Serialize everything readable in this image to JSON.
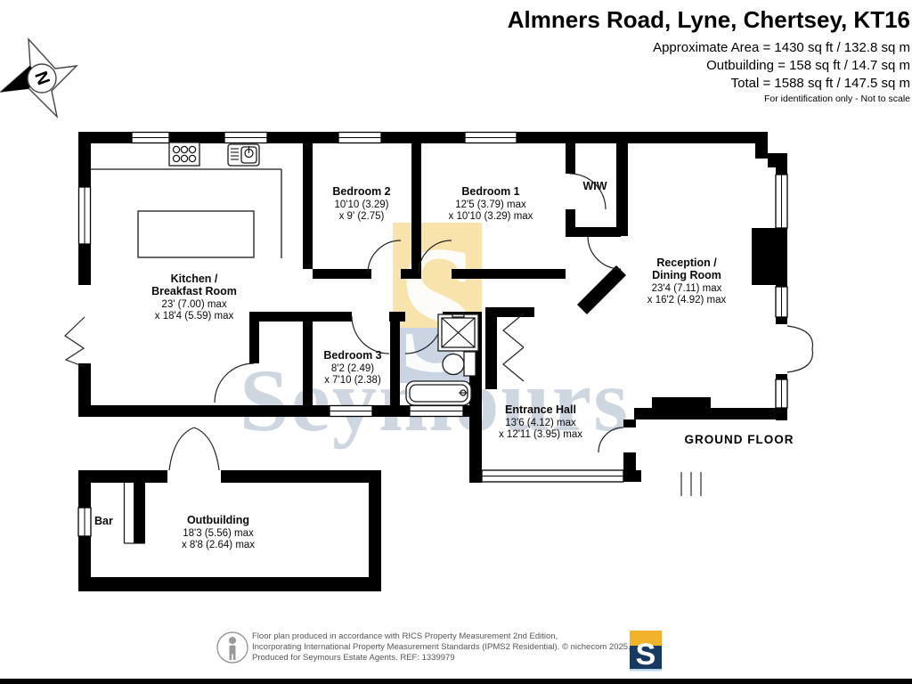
{
  "header": {
    "title": "Almners Road, Lyne, Chertsey, KT16",
    "approx_area": "Approximate Area = 1430 sq ft / 132.8 sq m",
    "outbuilding_area": "Outbuilding = 158 sq ft / 14.7 sq m",
    "total_area": "Total = 1588 sq ft / 147.5 sq m",
    "disclaimer": "For identification only - Not to scale"
  },
  "compass": {
    "north_label": "N"
  },
  "plan": {
    "floor_label": "GROUND FLOOR",
    "rooms": {
      "kitchen": {
        "name1": "Kitchen /",
        "name2": "Breakfast Room",
        "dim1": "23' (7.00) max",
        "dim2": "x 18'4 (5.59) max"
      },
      "bedroom2": {
        "name1": "Bedroom 2",
        "dim1": "10'10 (3.29)",
        "dim2": "x 9' (2.75)"
      },
      "bedroom1": {
        "name1": "Bedroom 1",
        "dim1": "12'5 (3.79) max",
        "dim2": "x 10'10 (3.29) max"
      },
      "wiw": {
        "name1": "WIW"
      },
      "reception": {
        "name1": "Reception /",
        "name2": "Dining Room",
        "dim1": "23'4 (7.11) max",
        "dim2": "x 16'2 (4.92) max"
      },
      "bedroom3": {
        "name1": "Bedroom 3",
        "dim1": "8'2 (2.49)",
        "dim2": "x 7'10 (2.38)"
      },
      "entrance_hall": {
        "name1": "Entrance Hall",
        "dim1": "13'6 (4.12) max",
        "dim2": "x 12'11 (3.95) max"
      },
      "outbuilding": {
        "name1": "Outbuilding",
        "dim1": "18'3 (5.56) max",
        "dim2": "x 8'8 (2.64) max"
      },
      "bar": {
        "name1": "Bar"
      }
    }
  },
  "watermark": {
    "brand": "Seymours",
    "initial": "S"
  },
  "footer": {
    "line1": "Floor plan produced in accordance with RICS Property Measurement 2nd Edition,",
    "line2": "Incorporating International Property Measurement Standards (IPMS2 Residential).   © nichecom 2025.",
    "line3": "Produced for Seymours Estate Agents.   REF: 1339979",
    "logo_letter": "S"
  },
  "colors": {
    "wall": "#000000",
    "watermark_text": "#93a5bc",
    "watermark_yellow": "#f7e3ab",
    "watermark_blue": "#cbd4e2",
    "logo_gold": "#f0b32a",
    "logo_navy": "#173a63",
    "logo_strip": "#bcd6ea"
  }
}
